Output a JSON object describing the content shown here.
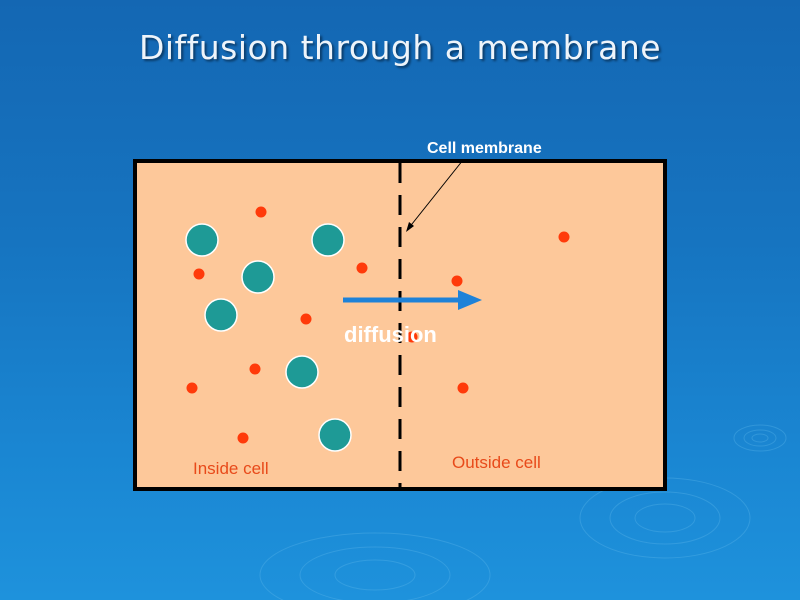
{
  "slide": {
    "title": "Diffusion through a membrane"
  },
  "diagram": {
    "membrane_label": "Cell membrane",
    "process_label": "diffusion",
    "inside_label": "Inside cell",
    "outside_label": "Outside cell"
  },
  "colors": {
    "background": "#1674c0",
    "cell_fill": "#fdc89a",
    "large_particle": "#1e9a96",
    "small_particle": "#ff3a0a",
    "arrow": "#1e82d8",
    "region_label": "#e84a1a"
  }
}
